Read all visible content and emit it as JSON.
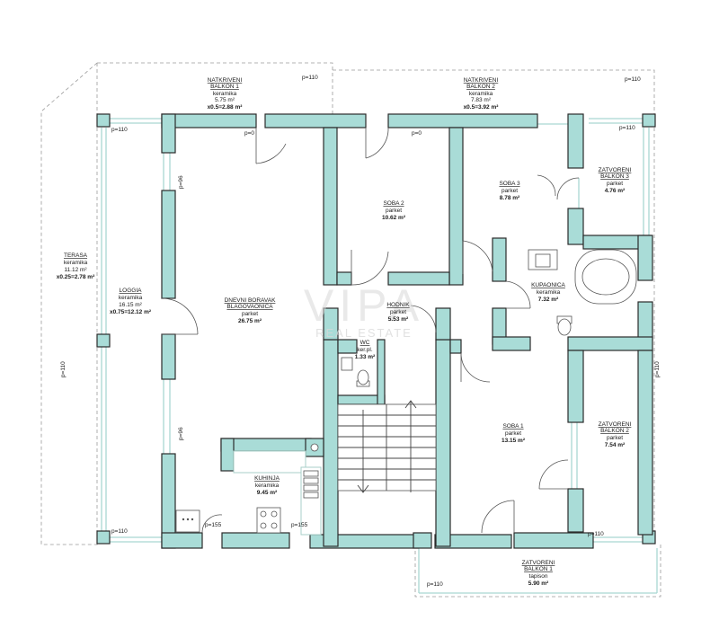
{
  "watermark": {
    "brand": "VIPA",
    "sub": "REAL ESTATE"
  },
  "rooms": {
    "balkon1": {
      "name1": "NATKRIVENI",
      "name2": "BALKON 1",
      "floor": "keramika",
      "area": "5.75 m²",
      "calc": "x0.5=2.88 m²"
    },
    "balkon2": {
      "name1": "NATKRIVENI",
      "name2": "BALKON 2",
      "floor": "keramika",
      "area": "7.83 m²",
      "calc": "x0.5=3.92 m²"
    },
    "terasa": {
      "name": "TERASA",
      "floor": "keramika",
      "area": "11.12 m²",
      "calc": "x0.25=2.78 m²"
    },
    "loggia": {
      "name": "LOGGIA",
      "floor": "keramika",
      "area": "16.15 m²",
      "calc": "x0.75=12.12 m²"
    },
    "dnevni": {
      "name1": "DNEVNI BORAVAK",
      "name2": "BLAGOVAONICA",
      "floor": "parket",
      "area": "26.75 m²"
    },
    "soba2": {
      "name": "SOBA 2",
      "floor": "parket",
      "area": "10.62 m²"
    },
    "soba3": {
      "name": "SOBA 3",
      "floor": "parket",
      "area": "8.78 m²"
    },
    "zb3": {
      "name1": "ZATVORENI",
      "name2": "BALKON 3",
      "floor": "parket",
      "area": "4.76 m²"
    },
    "kupaonica": {
      "name": "KUPAONICA",
      "floor": "keramika",
      "area": "7.32 m²"
    },
    "hodnik": {
      "name": "HODNIK",
      "floor": "parket",
      "area": "5.53 m²"
    },
    "wc": {
      "name": "WC",
      "floor": "ker.pl.",
      "area": "1.33 m²"
    },
    "soba1": {
      "name": "SOBA 1",
      "floor": "parket",
      "area": "13.15 m²"
    },
    "zb2": {
      "name1": "ZATVORENI",
      "name2": "BALKON 2",
      "floor": "parket",
      "area": "7.54 m²"
    },
    "kuhinja": {
      "name": "KUHINJA",
      "floor": "keramika",
      "area": "9.45 m²"
    },
    "zb1": {
      "name1": "ZATVORENI",
      "name2": "BALKON 1",
      "floor": "tapison",
      "area": "5.90 m²"
    }
  },
  "heights": {
    "p110": "p=110",
    "p0": "p=0",
    "p96": "p=96",
    "p155": "p=155"
  }
}
